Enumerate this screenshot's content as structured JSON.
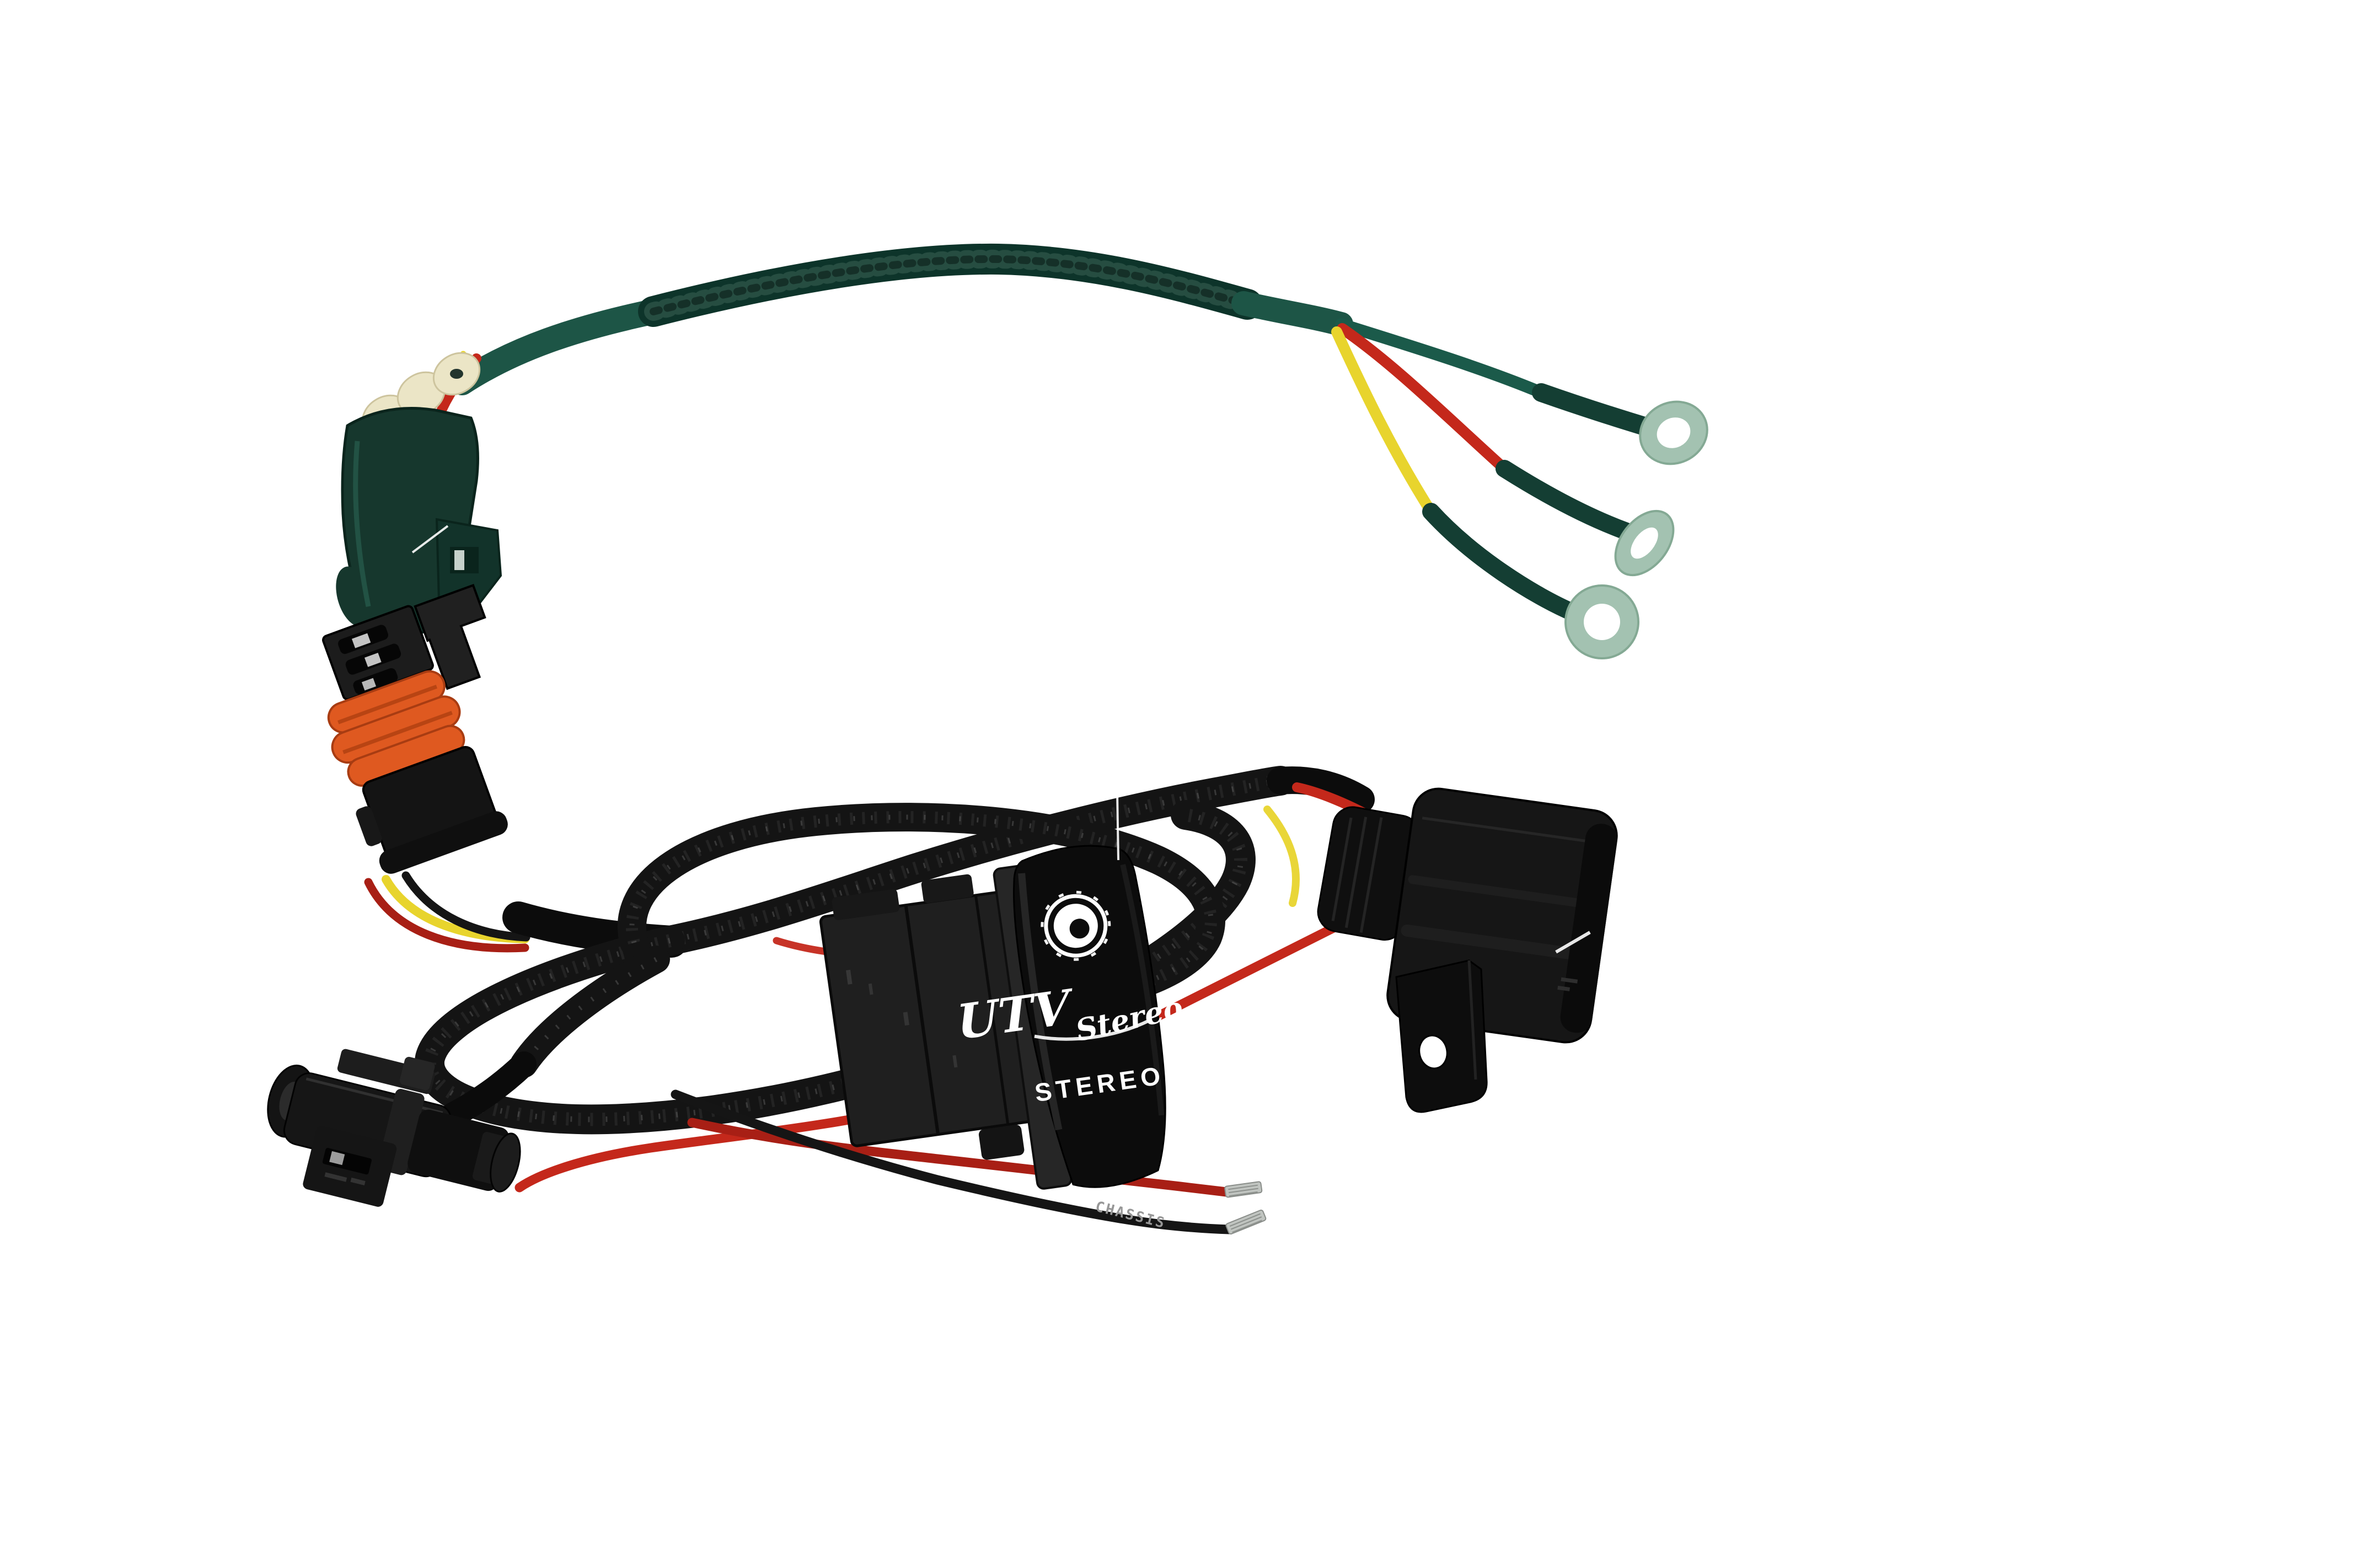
{
  "photo": {
    "background_color": "#ffffff",
    "subject": "UTV Stereo rocker switch wiring harness product photo"
  },
  "rocker_switch": {
    "speaker_icon": "speaker-icon",
    "logo_line1": "UTV",
    "logo_line2": "Stereo",
    "label": "STEREO",
    "face_color": "#0c0c0c",
    "legend_color": "#ffffff"
  },
  "wire_markings": {
    "black_lead": "CHASSIS"
  },
  "palette": {
    "sleeve_green": "#0d342a",
    "sleeve_speckle": "#5f8878",
    "heatshrink_green": "#1d5546",
    "wire_green": "#1b5a4a",
    "wire_red": "#c4281b",
    "wire_dark_red": "#a81f15",
    "wire_yellow": "#e8d42d",
    "wire_black": "#151515",
    "braid_black": "#141414",
    "braid_highlight": "#6e6e6e",
    "ring_terminal_green": "#a3c2b1",
    "ring_terminal_rim": "#84a994",
    "seal_orange": "#df5920",
    "seal_orange_shadow": "#a83c12",
    "seal_cream": "#ebe5c6",
    "connector_green": "#16372d",
    "plastic_black": "#161616",
    "plastic_dark": "#0e0e0e",
    "tinned_wire": "#c0c4c0"
  }
}
